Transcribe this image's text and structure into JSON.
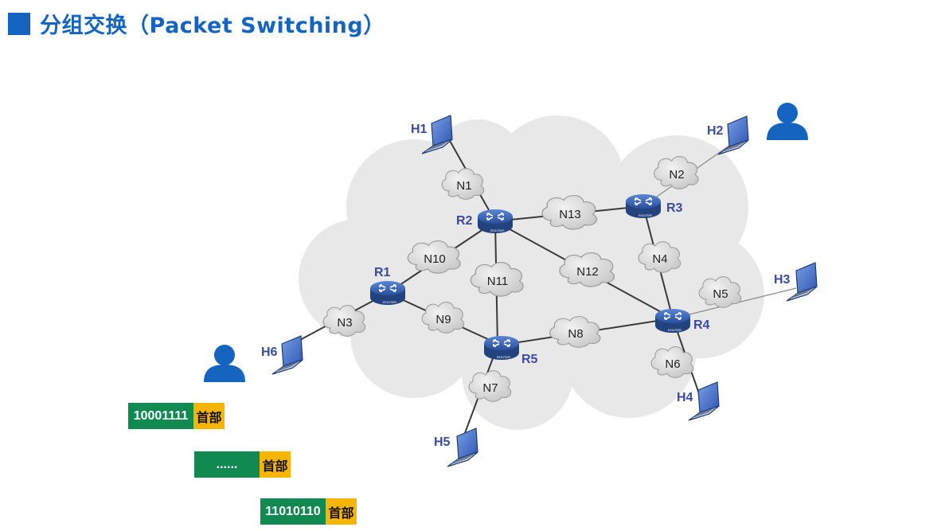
{
  "title": "分组交换（Packet Switching）",
  "colors": {
    "accent": "#1565c0",
    "packet_data": "#118a52",
    "packet_header": "#f7b500",
    "router": "#2b4f9e",
    "cloud": "#d9d9d9",
    "user": "#1565c0"
  },
  "routers": [
    {
      "id": "R1",
      "label": "R1"
    },
    {
      "id": "R2",
      "label": "R2"
    },
    {
      "id": "R3",
      "label": "R3"
    },
    {
      "id": "R4",
      "label": "R4"
    },
    {
      "id": "R5",
      "label": "R5"
    }
  ],
  "networks": [
    "N1",
    "N2",
    "N3",
    "N4",
    "N5",
    "N6",
    "N7",
    "N8",
    "N9",
    "N10",
    "N11",
    "N12",
    "N13"
  ],
  "hosts": [
    "H1",
    "H2",
    "H3",
    "H4",
    "H5",
    "H6"
  ],
  "router_badge": "ROUTER",
  "packets": [
    {
      "data": "10001111",
      "header": "首部"
    },
    {
      "data": "......",
      "header": "首部"
    },
    {
      "data": "11010110",
      "header": "首部"
    }
  ]
}
